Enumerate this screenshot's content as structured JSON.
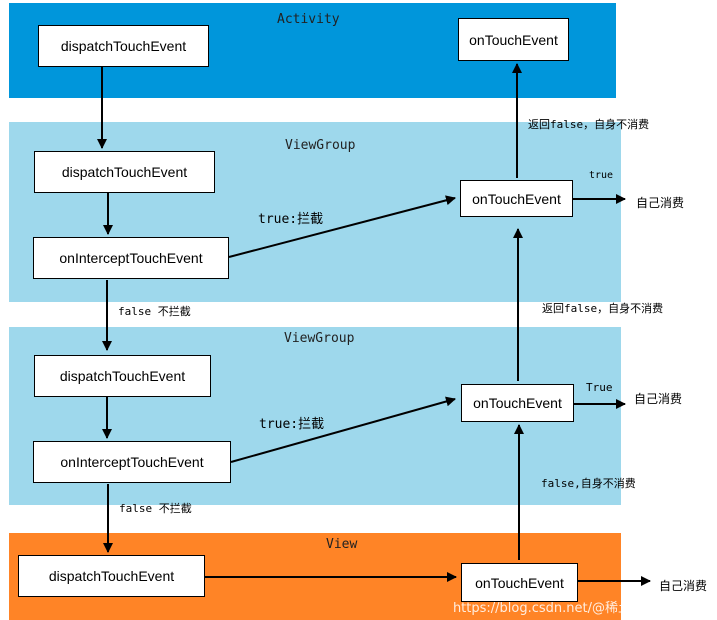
{
  "bands": {
    "activity": {
      "title": "Activity",
      "color": "#0096db"
    },
    "viewgroup1": {
      "title": "ViewGroup",
      "color": "#9ed8ec"
    },
    "viewgroup2": {
      "title": "ViewGroup",
      "color": "#9ed8ec"
    },
    "view": {
      "title": "View",
      "color": "#ff8426"
    }
  },
  "nodes": {
    "activity_dispatch": "dispatchTouchEvent",
    "activity_ontouch": "onTouchEvent",
    "vg1_dispatch": "dispatchTouchEvent",
    "vg1_intercept": "onInterceptTouchEvent",
    "vg1_ontouch": "onTouchEvent",
    "vg2_dispatch": "dispatchTouchEvent",
    "vg2_intercept": "onInterceptTouchEvent",
    "vg2_ontouch": "onTouchEvent",
    "view_dispatch": "dispatchTouchEvent",
    "view_ontouch": "onTouchEvent"
  },
  "labels": {
    "return_false_1": "返回false，自身不消费",
    "true_1": "true",
    "consume_1": "自己消费",
    "true_intercept_1": "true:拦截",
    "false_no_intercept_1": "false 不拦截",
    "return_false_2": "返回false，自身不消费",
    "true_2": "True",
    "consume_2": "自己消费",
    "true_intercept_2": "true:拦截",
    "false_no_intercept_2": "false 不拦截",
    "false_self_not_consume": "false,自身不消费",
    "consume_3": "自己消费"
  },
  "watermark": "https://blog.csdn.net/@稀土掘金技术社区"
}
